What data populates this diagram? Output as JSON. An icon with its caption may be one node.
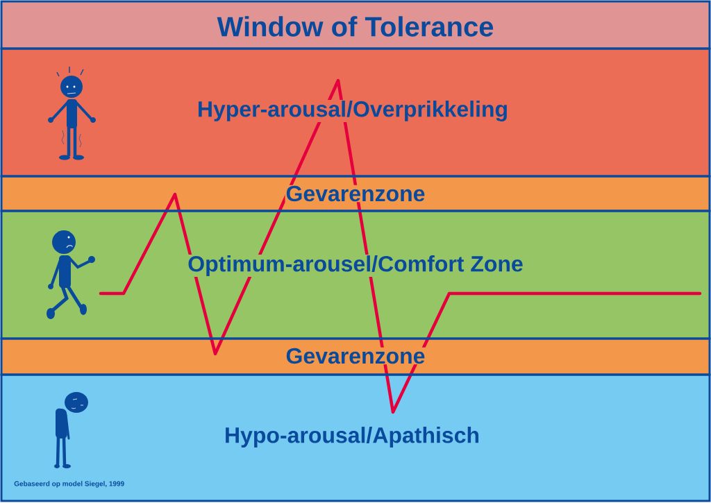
{
  "diagram": {
    "nodes": [
      {
        "text": [
          "Window of Tolerance"
        ]
      },
      {
        "text": [
          "Hyper-arousal/Overprikkeling"
        ]
      },
      {
        "text": [
          "Gevarenzone"
        ]
      },
      {
        "text": [
          "Optimum-arousel/Comfort Zone"
        ]
      },
      {
        "text": [
          "Gevarenzone"
        ]
      },
      {
        "text": [
          "Hypo-arousal/Apathisch"
        ]
      }
    ],
    "labels": [
      "Gebaseerd op model Siegel, 1999"
    ]
  }
}
